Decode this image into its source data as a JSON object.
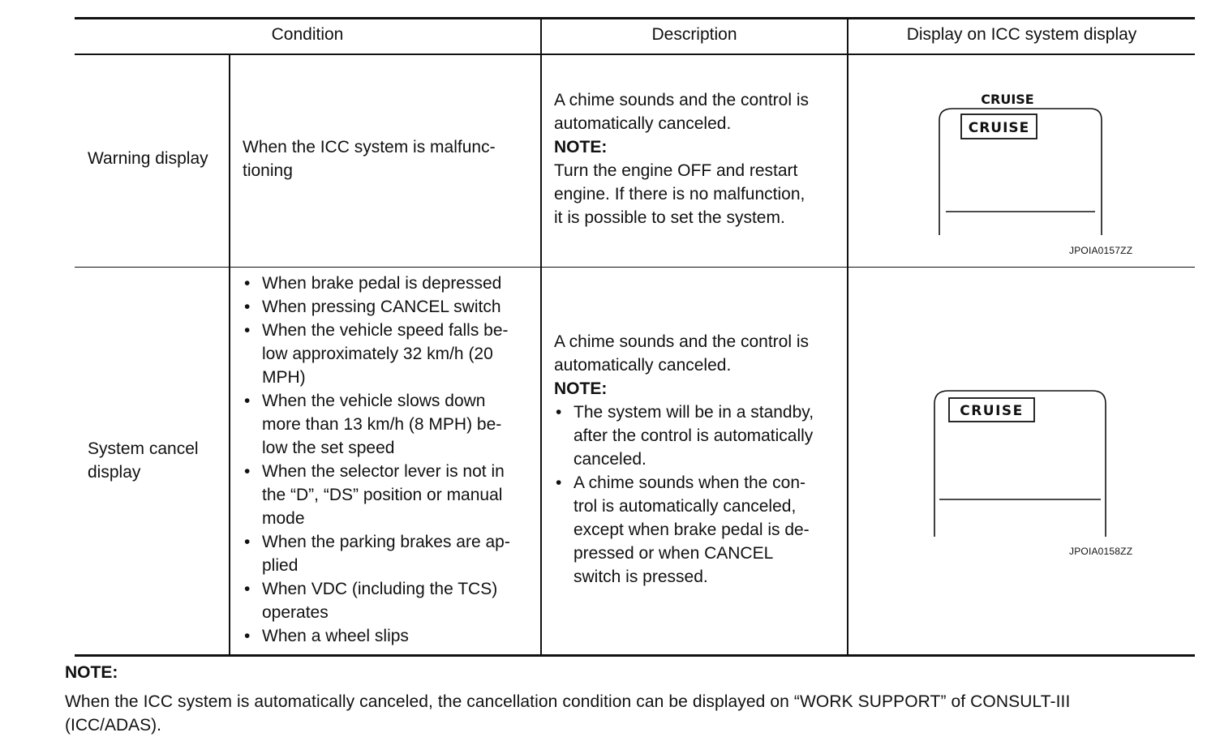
{
  "table": {
    "headers": {
      "condition": "Condition",
      "description": "Description",
      "display": "Display on ICC system display"
    },
    "rows": [
      {
        "name": "Warning display",
        "condition_text": [
          "When the ICC system is malfunc-",
          "tioning"
        ],
        "description": {
          "lines": [
            "A chime sounds and the control is",
            "automatically canceled."
          ],
          "note_label": "NOTE:",
          "note_lines": [
            "Turn the engine OFF and restart",
            "engine. If there is no malfunction,",
            "it is possible to set the system."
          ]
        },
        "figure": {
          "top_label": "CRUISE",
          "indicator": "CRUISE",
          "code": "JPOIA0157ZZ"
        }
      },
      {
        "name": "System cancel display",
        "name_lines": [
          "System cancel",
          "display"
        ],
        "conditions": [
          [
            "When brake pedal is depressed"
          ],
          [
            "When pressing CANCEL switch"
          ],
          [
            "When the vehicle speed falls be-",
            "low approximately 32 km/h (20",
            "MPH)"
          ],
          [
            "When the vehicle slows down",
            "more than 13 km/h (8 MPH) be-",
            "low the set speed"
          ],
          [
            "When the selector lever is not in",
            "the “D”, “DS” position or manual",
            "mode"
          ],
          [
            "When the parking brakes are ap-",
            "plied"
          ],
          [
            "When VDC (including the TCS)",
            "operates"
          ],
          [
            "When a wheel slips"
          ]
        ],
        "description": {
          "lines": [
            "A chime sounds and the control is",
            "automatically canceled."
          ],
          "note_label": "NOTE:",
          "note_bullets": [
            [
              "The system will be in a standby,",
              "after the control is automatically",
              "canceled."
            ],
            [
              "A chime sounds when the con-",
              "trol is automatically canceled,",
              "except when brake pedal is de-",
              "pressed or when CANCEL",
              "switch is pressed."
            ]
          ]
        },
        "figure": {
          "indicator": "CRUISE",
          "code": "JPOIA0158ZZ"
        }
      }
    ]
  },
  "footer": {
    "note_label": "NOTE:",
    "lines": [
      "When the ICC system is automatically canceled, the cancellation condition can be displayed on “WORK SUPPORT” of CONSULT-III",
      "(ICC/ADAS)."
    ]
  }
}
